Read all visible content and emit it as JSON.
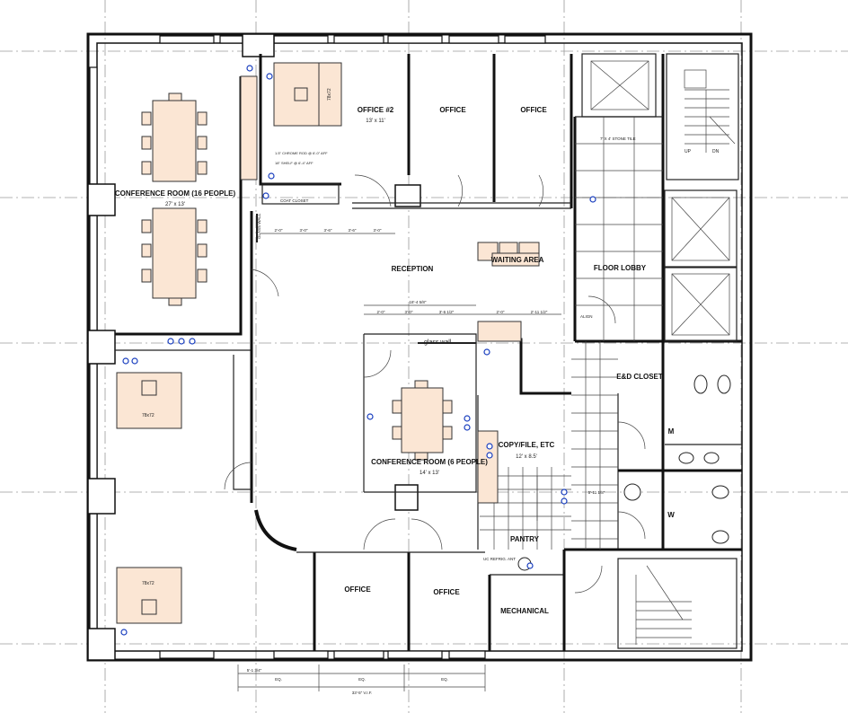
{
  "rooms": {
    "conference_16": {
      "name": "CONFERENCE ROOM (16 PEOPLE)",
      "size": "27' x 13'"
    },
    "office_2": {
      "name": "OFFICE #2",
      "size": "13' x 11'"
    },
    "office_a": {
      "name": "OFFICE"
    },
    "office_b": {
      "name": "OFFICE"
    },
    "reception": {
      "name": "RECEPTION"
    },
    "waiting": {
      "name": "WAITING AREA"
    },
    "floor_lobby": {
      "name": "FLOOR LOBBY"
    },
    "ed_closet": {
      "name": "E&D CLOSET"
    },
    "conference_6": {
      "name": "CONFERENCE ROOM (6 PEOPLE)",
      "size": "14' x 13'"
    },
    "copy_file": {
      "name": "COPY/FILE, ETC",
      "size": "12' x 8.5'"
    },
    "mens": {
      "name": "M"
    },
    "womens": {
      "name": "W"
    },
    "pantry": {
      "name": "PANTRY"
    },
    "office_c": {
      "name": "OFFICE"
    },
    "office_d": {
      "name": "OFFICE"
    },
    "mechanical": {
      "name": "MECHANICAL"
    }
  },
  "notes": {
    "glass_wall": "glass wall",
    "stone_tile": "7' X 4' STONE TILE",
    "coat_closet": "COAT CLOSET",
    "chrome_rod": "1.5\" CHROME ROD @ 6'-0\" AFF",
    "shelf": "18\" SHELF @ 6'-4\" AFF",
    "glass_wall_side": "GLASS WALL",
    "desk_top": "78x72",
    "desk_mid": "78x72",
    "desk_bot": "78x72",
    "stair_up": "UP",
    "stair_dn": "DN",
    "align": "ALIGN",
    "pantry_note": "UC REFRIG. ANT"
  },
  "dimensions": {
    "d_conf6_top": "18'-4 5/8\"",
    "d_a": "2'-0\"",
    "d_b": "3'-0\"",
    "d_c": "3'-6 1/2\"",
    "d_d": "2'-0\"",
    "d_e": "2'-11 1/2\"",
    "d_closet_1": "2'-0\"",
    "d_closet_2": "3'-0\"",
    "d_closet_3": "3'-6\"",
    "d_closet_4": "3'-6\"",
    "d_closet_5": "3'-0\"",
    "d_w": "5'-11 1/8\"",
    "d_b1": "5'-1 3/4\"",
    "d_eq1": "EQ.",
    "d_eq2": "EQ.",
    "d_eq3": "EQ.",
    "d_total": "33'-5\" V.I.F."
  }
}
